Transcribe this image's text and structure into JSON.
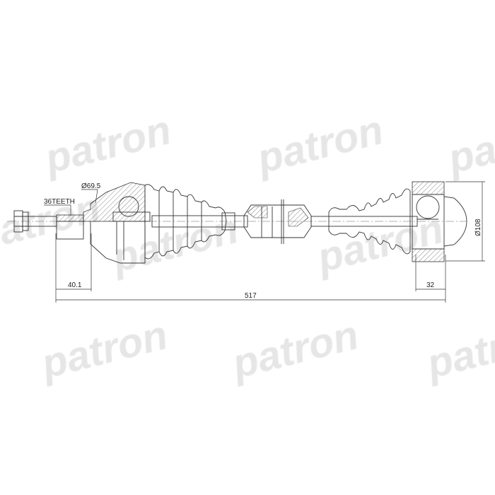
{
  "watermark": {
    "text": "patron",
    "color": "#e6e6e6"
  },
  "labels": {
    "teeth": "36TEETH",
    "diameter_joint": "Ø69.5",
    "length_left": "40.1",
    "length_total": "517",
    "length_right": "32",
    "diameter_inner": "Ø108"
  }
}
